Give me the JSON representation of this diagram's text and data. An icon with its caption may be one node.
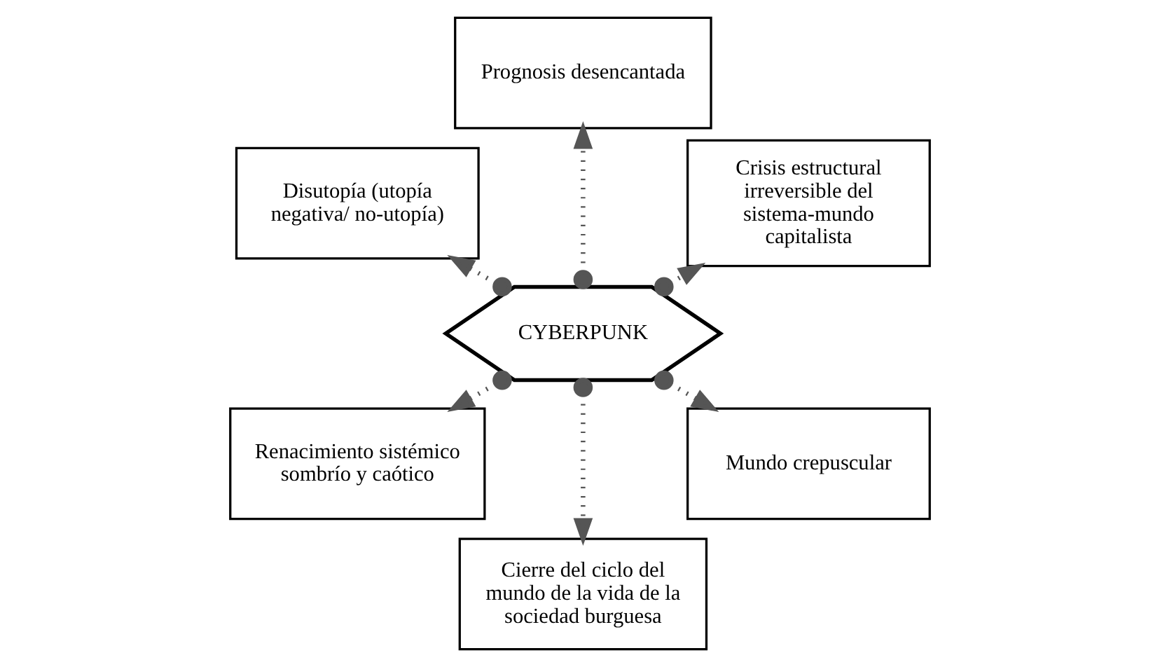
{
  "diagram": {
    "nodes": [
      {
        "text": [
          "CYBERPUNK"
        ]
      },
      {
        "text": [
          "Crisis estructural irreversible del sistema-mundo capitalista"
        ]
      },
      {
        "text": [
          "Prognosis desencantada"
        ]
      },
      {
        "text": [
          "Disutopía (utopía negativa/ no-utopía)"
        ]
      },
      {
        "text": [
          "Renacimiento sistémico sombrío y caótico"
        ]
      },
      {
        "text": [
          "Cierre del ciclo del mundo de la vida de la sociedad burguesa"
        ]
      },
      {
        "text": [
          "Mundo crepuscular"
        ]
      }
    ],
    "edges": [
      {
        "from": 0,
        "to": 1,
        "arrow": "to"
      },
      {
        "from": 0,
        "to": 2,
        "arrow": "to"
      },
      {
        "from": 0,
        "to": 3,
        "arrow": "to"
      },
      {
        "from": 0,
        "to": 4,
        "arrow": "to"
      },
      {
        "from": 0,
        "to": 5,
        "arrow": "to"
      },
      {
        "from": 0,
        "to": 6,
        "arrow": "to"
      }
    ]
  }
}
